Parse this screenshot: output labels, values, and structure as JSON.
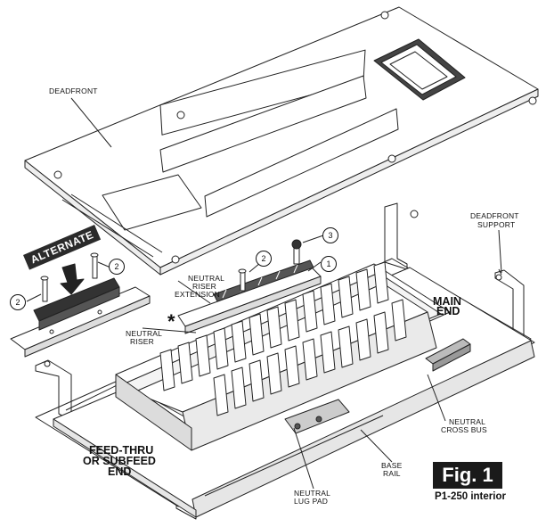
{
  "labels": {
    "deadfront": "DEADFRONT",
    "deadfront_support_l1": "DEADFRONT",
    "deadfront_support_l2": "SUPPORT",
    "alternate": "ALTERNATE",
    "neutral_riser_ext_l1": "NEUTRAL",
    "neutral_riser_ext_l2": "RISER",
    "neutral_riser_ext_l3": "EXTENSION",
    "neutral_riser_l1": "NEUTRAL",
    "neutral_riser_l2": "RISER",
    "main_end_l1": "MAIN",
    "main_end_l2": "END",
    "feed_thru_l1": "FEED-THRU",
    "feed_thru_l2": "OR SUBFEED",
    "feed_thru_l3": "END",
    "neutral_cross_bus_l1": "NEUTRAL",
    "neutral_cross_bus_l2": "CROSS BUS",
    "base_rail_l1": "BASE",
    "base_rail_l2": "RAIL",
    "neutral_lug_pad_l1": "NEUTRAL",
    "neutral_lug_pad_l2": "LUG PAD",
    "asterisk": "*"
  },
  "callouts": {
    "one": "1",
    "two_a": "2",
    "two_b": "2",
    "two_c": "2",
    "three": "3"
  },
  "figure": {
    "title": "Fig. 1",
    "caption": "P1-250 interior"
  }
}
